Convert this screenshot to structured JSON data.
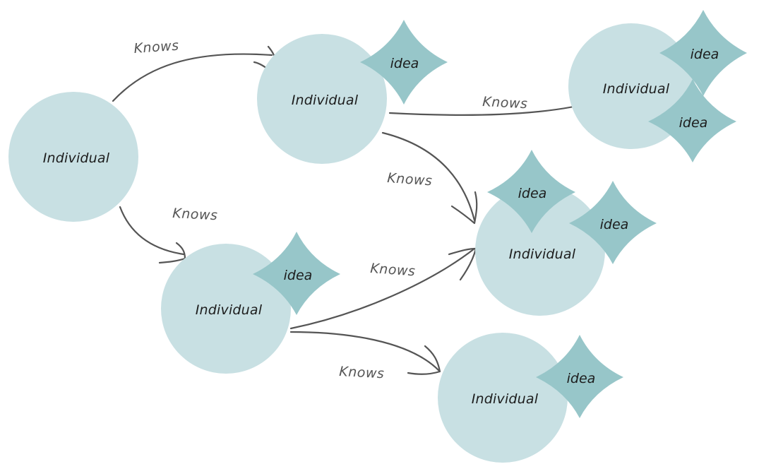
{
  "diagram": {
    "individual_label": "Individual",
    "idea_label": "idea",
    "relation_label": "Knows",
    "colors": {
      "individual_fill": "#c8e0e3",
      "idea_fill": "#97c6c9",
      "edge_stroke": "#555555",
      "text": "#1c1c1c"
    },
    "individuals": [
      {
        "id": "individual-a",
        "text": "Individual",
        "ideas": []
      },
      {
        "id": "individual-b",
        "text": "Individual",
        "ideas": [
          "idea"
        ]
      },
      {
        "id": "individual-c",
        "text": "Individual",
        "ideas": [
          "idea",
          "idea"
        ]
      },
      {
        "id": "individual-d",
        "text": "Individual",
        "ideas": [
          "idea"
        ]
      },
      {
        "id": "individual-e",
        "text": "Individual",
        "ideas": [
          "idea",
          "idea"
        ]
      },
      {
        "id": "individual-f",
        "text": "Individual",
        "ideas": [
          "idea"
        ]
      }
    ],
    "edges": [
      {
        "from": "individual-a",
        "to": "individual-b",
        "label": "Knows"
      },
      {
        "from": "individual-b",
        "to": "individual-c",
        "label": "Knows"
      },
      {
        "from": "individual-b",
        "to": "individual-e",
        "label": "Knows"
      },
      {
        "from": "individual-a",
        "to": "individual-d",
        "label": "Knows"
      },
      {
        "from": "individual-d",
        "to": "individual-e",
        "label": "Knows"
      },
      {
        "from": "individual-d",
        "to": "individual-f",
        "label": "Knows"
      }
    ]
  }
}
